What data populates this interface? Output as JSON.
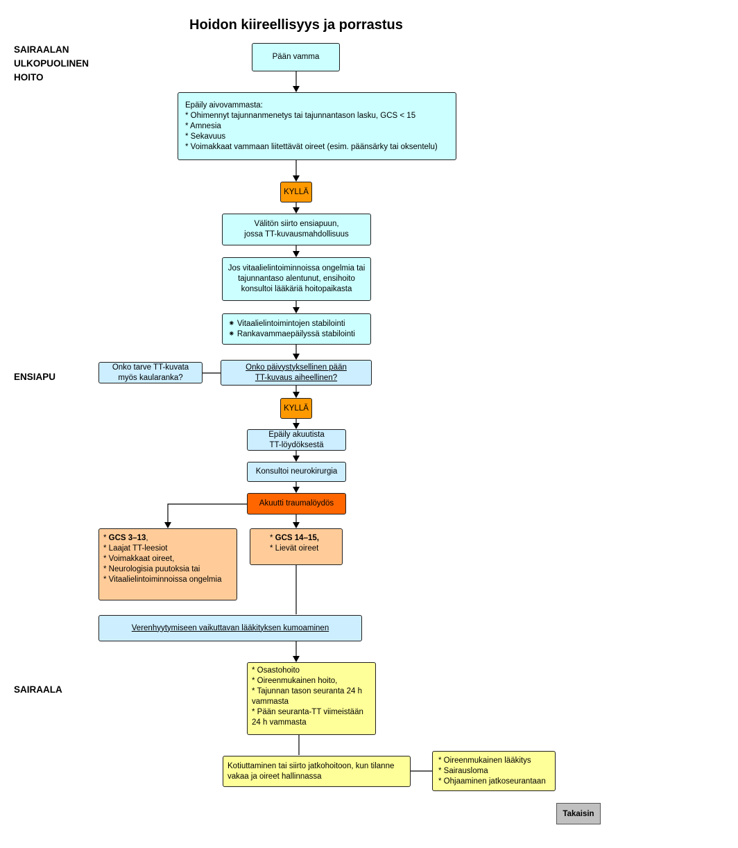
{
  "title": "Hoidon kiireellisyys ja porrastus",
  "sections": {
    "prehospital": [
      "SAIRAALAN",
      "ULKOPUOLINEN",
      "HOITO"
    ],
    "ensiapu": "ENSIAPU",
    "sairaala": "SAIRAALA"
  },
  "nodes": {
    "head_injury": "Pään vamma",
    "suspicion": {
      "heading": "Epäily aivovammasta:",
      "items": [
        "* Ohimennyt tajunnanmenetys tai tajunnantason lasku, GCS < 15",
        "* Amnesia",
        "* Sekavuus",
        "* Voimakkaat vammaan liitettävät oireet (esim. päänsärky tai oksentelu)"
      ]
    },
    "yes1": "KYLLÄ",
    "transfer": [
      "Välitön siirto ensiapuun,",
      "jossa TT-kuvausmahdollisuus"
    ],
    "vital_consult": [
      "Jos vitaalielintoiminnoissa ongelmia tai",
      "tajunnantaso alentunut, ensihoito",
      "konsultoi lääkäriä hoitopaikasta"
    ],
    "stabilize": [
      "⁕ Vitaalielintoimintojen stabilointi",
      "⁕ Rankavammaepäilyssä stabilointi"
    ],
    "ct_question": [
      "Onko päivystyksellinen pään",
      "TT-kuvaus aiheellinen?"
    ],
    "neck_ct": [
      "Onko tarve TT-kuvata",
      "myös kaularanka?"
    ],
    "yes2": "KYLLÄ",
    "acute_finding_suspicion": [
      "Epäily akuutista",
      "TT-löydöksestä"
    ],
    "neurosurgery": "Konsultoi neurokirurgia",
    "acute_trauma": "Akuutti traumalöydös",
    "severe": {
      "gcs": "GCS 3–13",
      "items": [
        "* Laajat TT-leesiot",
        "* Voimakkaat oireet,",
        "* Neurologisia puutoksia tai",
        "* Vitaalielintoiminnoissa ongelmia"
      ]
    },
    "mild": {
      "gcs": "GCS 14–15,",
      "items": [
        "* Lievät oireet"
      ]
    },
    "anticoag": "Verenhyytymiseen vaikuttavan lääkityksen kumoaminen",
    "ward": [
      "* Osastohoito",
      "* Oireenmukainen hoito,",
      "* Tajunnan tason seuranta 24 h vammasta",
      "* Pään seuranta-TT viimeistään 24 h vammasta"
    ],
    "discharge": "Kotiuttaminen tai siirto jatkohoitoon, kun tilanne vakaa ja oireet hallinnassa",
    "aftercare": [
      "* Oireenmukainen lääkitys",
      "* Sairausloma",
      "* Ohjaaminen jatkoseurantaan"
    ]
  },
  "back_button": "Takaisin",
  "colors": {
    "cyan": "#ccffff",
    "light_blue": "#cceeff",
    "orange": "#ff9900",
    "deep_orange": "#ff6600",
    "peach": "#ffcc99",
    "yellow": "#ffff99",
    "button_gray": "#c0c0c0"
  }
}
